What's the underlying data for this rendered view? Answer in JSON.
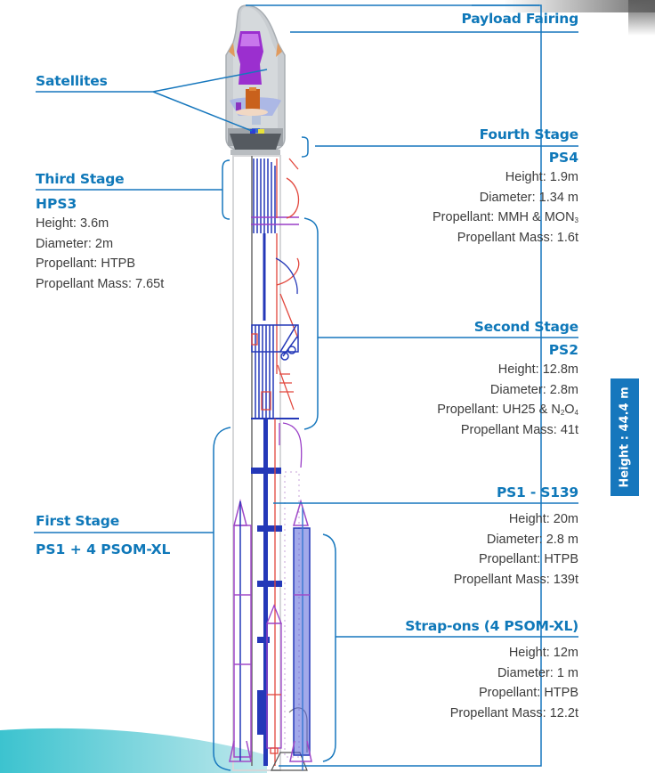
{
  "diagram": {
    "subject": "launch vehicle stage diagram",
    "accent_color": "#0f78b9",
    "total_height_label": "Height : 44.4 m",
    "labels": {
      "payload_fairing": "Payload Fairing",
      "satellites": "Satellites"
    },
    "stages": {
      "fourth": {
        "title": "Fourth Stage",
        "code": "PS4",
        "height": "Height: 1.9m",
        "diameter": "Diameter: 1.34 m",
        "propellant_prefix": "Propellant: MMH & MON",
        "propellant_sub": "3",
        "mass": "Propellant Mass: 1.6t"
      },
      "third": {
        "title": "Third Stage",
        "code": "HPS3",
        "height": "Height: 3.6m",
        "diameter": "Diameter: 2m",
        "propellant": "Propellant: HTPB",
        "mass": "Propellant Mass: 7.65t"
      },
      "second": {
        "title": "Second Stage",
        "code": "PS2",
        "height": "Height: 12.8m",
        "diameter": "Diameter: 2.8m",
        "propellant_prefix": "Propellant: UH25 & N",
        "propellant_sub1": "2",
        "propellant_mid": "O",
        "propellant_sub2": "4",
        "mass": "Propellant Mass: 41t"
      },
      "first": {
        "title": "First Stage",
        "code": "PS1 + 4 PSOM-XL"
      },
      "ps1": {
        "title": "PS1 - S139",
        "height": "Height: 20m",
        "diameter": "Diameter: 2.8 m",
        "propellant": "Propellant: HTPB",
        "mass": "Propellant Mass: 139t"
      },
      "strapons": {
        "title": "Strap-ons (4 PSOM-XL)",
        "height": "Height: 12m",
        "diameter": "Diameter: 1 m",
        "propellant": "Propellant: HTPB",
        "mass": "Propellant Mass: 12.2t"
      }
    }
  }
}
